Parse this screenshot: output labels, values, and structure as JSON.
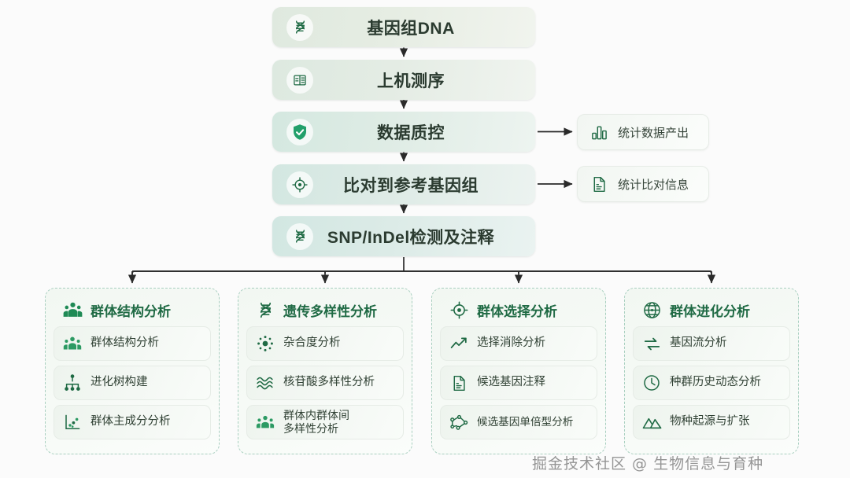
{
  "background": "#fbfbfb",
  "accent": "#1f6a44",
  "flow": {
    "steps": [
      {
        "label": "基因组DNA",
        "icon": "dna-icon"
      },
      {
        "label": "上机测序",
        "icon": "sequencer-icon"
      },
      {
        "label": "数据质控",
        "icon": "shield-check-icon"
      },
      {
        "label": "比对到参考基因组",
        "icon": "target-icon"
      },
      {
        "label": "SNP/InDel检测及注释",
        "icon": "dna-icon"
      }
    ]
  },
  "side_outputs": [
    {
      "label": "统计数据产出",
      "icon": "bar-chart-icon"
    },
    {
      "label": "统计比对信息",
      "icon": "document-lines-icon"
    }
  ],
  "panels": [
    {
      "title": "群体结构分析",
      "icon": "people-group-icon",
      "items": [
        {
          "label": "群体结构分析",
          "icon": "people-group-icon"
        },
        {
          "label": "进化树构建",
          "icon": "tree-hierarchy-icon"
        },
        {
          "label": "群体主成分分析",
          "icon": "scatter-plot-icon"
        }
      ]
    },
    {
      "title": "遗传多样性分析",
      "icon": "dna-icon",
      "items": [
        {
          "label": "杂合度分析",
          "icon": "molecule-dots-icon"
        },
        {
          "label": "核苷酸多样性分析",
          "icon": "waves-icon"
        },
        {
          "label": "群体内群体间\n多样性分析",
          "icon": "people-group-icon"
        }
      ]
    },
    {
      "title": "群体选择分析",
      "icon": "target-icon",
      "items": [
        {
          "label": "选择消除分析",
          "icon": "trend-up-icon"
        },
        {
          "label": "候选基因注释",
          "icon": "document-lines-icon"
        },
        {
          "label": "候选基因单倍型分析",
          "icon": "network-nodes-icon"
        }
      ]
    },
    {
      "title": "群体进化分析",
      "icon": "globe-icon",
      "items": [
        {
          "label": "基因流分析",
          "icon": "exchange-arrows-icon"
        },
        {
          "label": "种群历史动态分析",
          "icon": "clock-icon"
        },
        {
          "label": "物种起源与扩张",
          "icon": "mountains-icon"
        }
      ]
    }
  ],
  "watermark": {
    "text": "掘金技术社区 @ 生物信息与育种"
  }
}
